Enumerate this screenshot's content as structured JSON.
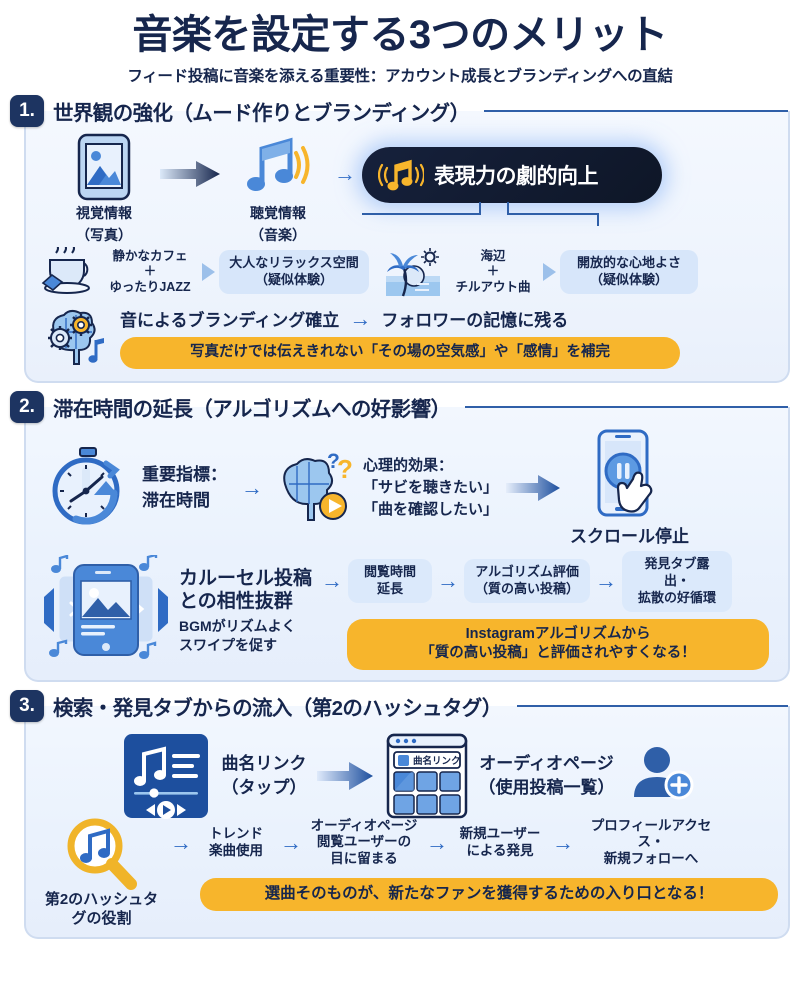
{
  "header": {
    "title": "音楽を設定する3つのメリット",
    "subtitle": "フィード投稿に音楽を添える重要性：アカウント成長とブランディングへの直結"
  },
  "sections": [
    {
      "number": "1.",
      "title": "世界観の強化（ムード作りとブランディング）",
      "flow": {
        "step1_label": "視覚情報",
        "step1_sub": "（写真）",
        "step2_label": "聴覚情報",
        "step2_sub": "（音楽）",
        "result_pill": "表現力の劇的向上"
      },
      "examples": [
        {
          "icon": "coffee-cup-icon",
          "input_line1": "静かなカフェ",
          "input_plus": "＋",
          "input_line2": "ゆったりJAZZ",
          "output_line1": "大人なリラックス空間",
          "output_line2": "（疑似体験）"
        },
        {
          "icon": "beach-palm-icon",
          "input_line1": "海辺",
          "input_plus": "＋",
          "input_line2": "チルアウト曲",
          "output_line1": "開放的な心地よさ",
          "output_line2": "（疑似体験）"
        }
      ],
      "branding": {
        "icon": "brain-gears-icon",
        "left_text": "音によるブランディング確立",
        "right_text": "フォロワーの記憶に残る",
        "banner": "写真だけでは伝えきれない「その場の空気感」や「感情」を補完"
      }
    },
    {
      "number": "2.",
      "title": "滞在時間の延長（アルゴリズムへの好影響）",
      "flow": {
        "metric_line1": "重要指標：",
        "metric_line2": "滞在時間",
        "psych_line1": "心理的効果：",
        "psych_line2": "「サビを聴きたい」",
        "psych_line3": "「曲を確認したい」",
        "result_label": "スクロール停止"
      },
      "carousel": {
        "headline_line1": "カルーセル投稿",
        "headline_line2": "との相性抜群",
        "sub_line1": "BGMがリズムよく",
        "sub_line2": "スワイプを促す",
        "chips": [
          {
            "line1": "閲覧時間",
            "line2": "延長"
          },
          {
            "line1": "アルゴリズム評価",
            "line2": "（質の高い投稿）"
          },
          {
            "line1": "発見タブ露出・",
            "line2": "拡散の好循環"
          }
        ],
        "banner_line1": "Instagramアルゴリズムから",
        "banner_line2": "「質の高い投稿」と評価されやすくなる！"
      }
    },
    {
      "number": "3.",
      "title": "検索・発見タブからの流入（第2のハッシュタグ）",
      "flow": {
        "link_line1": "曲名リンク",
        "link_line2": "（タップ）",
        "window_label": "曲名リンク",
        "page_line1": "オーディオページ",
        "page_line2": "（使用投稿一覧）"
      },
      "funnel": {
        "role_line1": "第2のハッシュタ",
        "role_line2": "グの役割",
        "steps": [
          {
            "line1": "トレンド",
            "line2": "楽曲使用",
            "line3": ""
          },
          {
            "line1": "オーディオページ",
            "line2": "閲覧ユーザーの",
            "line3": "目に留まる"
          },
          {
            "line1": "新規ユーザー",
            "line2": "による発見",
            "line3": ""
          },
          {
            "line1": "プロフィールアクセス・",
            "line2": "新規フォローへ",
            "line3": ""
          }
        ],
        "banner": "選曲そのものが、新たなファンを獲得するための入り口となる！"
      }
    }
  ],
  "colors": {
    "navy": "#16264d",
    "badge_navy": "#1d3461",
    "accent_blue": "#2f6bc4",
    "light_blue_chip": "#d7e6fa",
    "orange": "#f7b52c",
    "panel_bg": "#eef4fd"
  }
}
